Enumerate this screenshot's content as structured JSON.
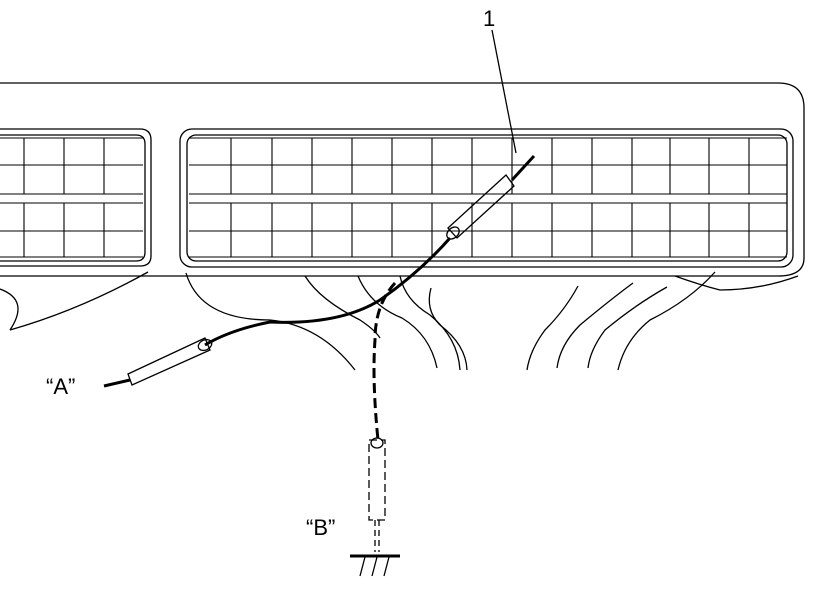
{
  "diagram": {
    "callout_number": "1",
    "probe_a_label": "“A”",
    "probe_b_label": "“B”"
  },
  "colors": {
    "line": "#000000",
    "background": "#ffffff"
  }
}
